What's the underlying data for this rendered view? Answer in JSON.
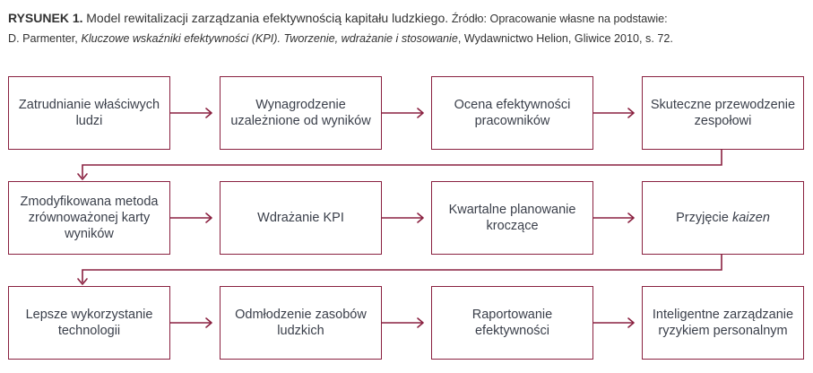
{
  "caption": {
    "label": "RYSUNEK 1.",
    "title": "Model rewitalizacji zarządzania efektywnością kapitału ludzkiego.",
    "source_prefix": "Źródło: Opracowanie własne na podstawie:",
    "source_author": "D. Parmenter,",
    "source_book": "Kluczowe wskaźniki efektywności (KPI). Tworzenie, wdrażanie i stosowanie",
    "source_rest": ", Wydawnictwo Helion, Gliwice 2010, s. 72."
  },
  "steps": [
    {
      "text": "Zatrudnianie właściwych ludzi"
    },
    {
      "text": "Wynagrodzenie uzależnione od wyników"
    },
    {
      "text": "Ocena efektywności pracowników"
    },
    {
      "text": "Skuteczne przewodzenie zespołowi"
    },
    {
      "text": "Zmodyfikowana metoda zrównoważonej karty wyników"
    },
    {
      "text": "Wdrażanie KPI"
    },
    {
      "text": "Kwartalne planowanie kroczące"
    },
    {
      "text_prefix": "Przyjęcie ",
      "text_italic": "kaizen"
    },
    {
      "text": "Lepsze wykorzystanie technologii"
    },
    {
      "text": "Odmłodzenie zasobów ludzkich"
    },
    {
      "text": "Raportowanie efektywności"
    },
    {
      "text": "Inteligentne zarządzanie ryzykiem personalnym"
    }
  ],
  "colors": {
    "accent": "#8a2140",
    "text": "#3a3f4a"
  }
}
